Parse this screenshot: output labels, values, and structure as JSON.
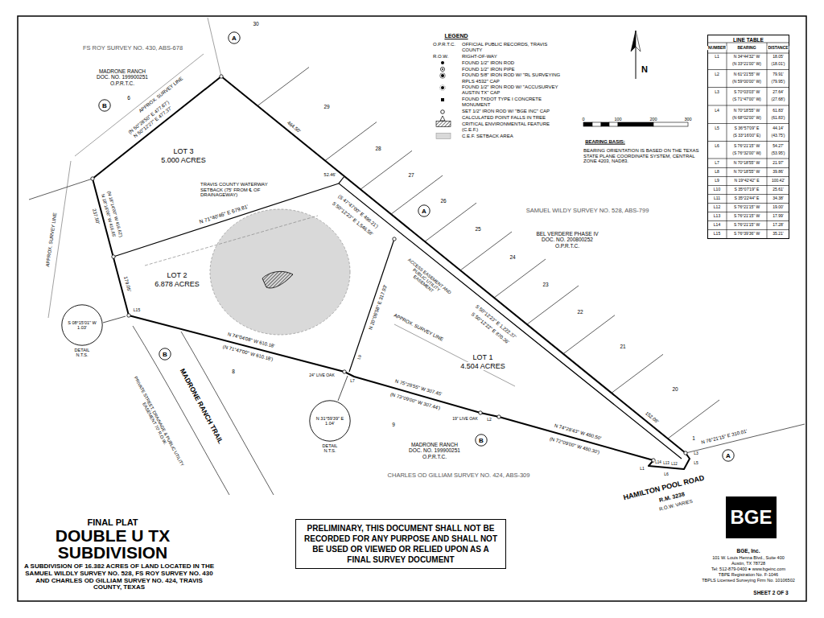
{
  "diagram": {
    "title": "DOUBLE U TX SUBDIVISION",
    "caption": "A SUBDIVISION OF 16.382 ACRES OF LAND LOCATED IN THE SAMUEL WILDLY SURVEY NO. 528, FS ROY SURVEY NO. 430 AND CHARLES OD GILLIAM SURVEY NO. 424, TRAVIS COUNTY, TEXAS",
    "nodes": [
      {
        "text": [
          "A"
        ]
      },
      {
        "text": [
          "LINE TABLE"
        ]
      },
      {
        "text": [
          "B"
        ]
      },
      {
        "text": [
          "A"
        ]
      },
      {
        "text": [
          "S 08°15'01\" W 1.03'",
          "DETAIL N.T.S."
        ]
      },
      {
        "text": [
          "B"
        ]
      },
      {
        "text": [
          "N 31°59'39\" E 1.04'",
          "DETAIL N.T.S."
        ]
      },
      {
        "text": [
          "B"
        ]
      },
      {
        "text": [
          "A"
        ]
      },
      {
        "text": [
          "BGE"
        ]
      },
      {
        "text": [
          "PRELIMINARY, THIS DOCUMENT SHALL NOT BE RECORDED FOR ANY PURPOSE AND SHALL NOT BE USED OR VIEWED OR RELIED UPON AS A FINAL SURVEY DOCUMENT"
        ]
      }
    ],
    "labels": [
      "FINAL PLAT",
      "FS ROY SURVEY NO. 430, ABS-678",
      "MADRONE RANCH DOC. NO. 199900251 O.P.R.T.C.",
      "30",
      "29",
      "28",
      "27",
      "26",
      "25",
      "24",
      "23",
      "22",
      "21",
      "20",
      "1",
      "6",
      "8",
      "9",
      "SAMUEL WILDY SURVEY NO. 528, ABS-799",
      "BEL VERDERE PHASE IV DOC. NO. 200800252 O.P.R.T.C.",
      "MADRONE RANCH DOC. NO. 199900251 O.P.R.T.C.",
      "CHARLES OD GILLIAM SURVEY NO. 424, ABS-309",
      "HAMILTON POOL ROAD",
      "R.M. 3238",
      "R.O.W. VARIES",
      "MADRONE RANCH TRAIL",
      "PRIVATE STREET, DRAINAGE & PUBLIC UTILITY EASEMENT 70' R.O.W.",
      "LOT 3",
      "5.000 ACRES",
      "LOT 2",
      "6.878 ACRES",
      "LOT 1",
      "4.504 ACRES",
      "TRAVIS COUNTY WATERWAY SETBACK (75' FROM ℄ OF DRAINAGEWAY)",
      "APPROX. SURVEY LINE",
      "APPROX. SURVEY LINE",
      "APPROX. SURVEY LINE",
      "ACCESS EASEMENT AND PUBLIC UTILITY EASEMENT",
      "(N 50°28'50\" E 477.67')",
      "N 50°12'27\" E 477.37'",
      "464.50'",
      "N 71°40'46\" E 679.81'",
      "N 18°16'06\" W 416.65'",
      "(N 18°14'00\" W 416.62')",
      "237.50'",
      "179.05'",
      "(S 47°47'00\" E 498.21')",
      "S 50°12'23\" E 1,546.58'",
      "S 50°12'23\" E 1,222.37'",
      "S 50°12'22\" E 870.36'",
      "N 20°06'58\" E 317.93'",
      "N 74°04'08\" W 610.18'",
      "(N 71°47'00\" W 610.18')",
      "N 75°28'55\" W 307.45'",
      "(N 73°09'00\" W 307.44')",
      "N 74°28'43\" W 480.50'",
      "(N 72°09'00\" W 480.30')",
      "N 76°21'15\" E 310.01'",
      "152.08'",
      "52.46'",
      "L15",
      "L9",
      "L7",
      "L2",
      "L1",
      "L6",
      "L3",
      "L5",
      "L14",
      "L13",
      "L12",
      "24\" LIVE OAK",
      "19\" LIVE OAK",
      "O.P.R.T.C.",
      "R.O.W.",
      "LEGEND",
      "N",
      "0",
      "100",
      "200",
      "300",
      "BEARING BASIS:",
      "BEARING ORIENTATION IS BASED ON THE TEXAS STATE PLANE COORDINATE SYSTEM, CENTRAL ZONE 4203, NAD83.",
      "BGE, Inc.",
      "101 W. Louis Henna Blvd., Suite 400",
      "Austin, TX 78728",
      "Tel: 512-879-0400 ● www.bgeinc.com",
      "TBPE Registration No. F-1046",
      "TBPLS Licensed Surveying Firm No. 10106502",
      "SHEET 2 OF 3",
      "NUMBER",
      "BEARING",
      "DISTANCE",
      "L1",
      "N 34°44'32\" W",
      "18.05'",
      "(N 33°21'00\" W)",
      "(18.01')",
      "L2",
      "N 61°21'55\" W",
      "79.91'",
      "(N 59°00'00\" W)",
      "(79.95')",
      "L3",
      "S 70°03'03\" W",
      "27.64'",
      "(S 71°47'00\" W)",
      "(27.68')",
      "L4",
      "N 70°18'55\" W",
      "61.83'",
      "(N 68°02'00\" W)",
      "(61.83')",
      "L5",
      "S 36°57'09\" E",
      "44.14'",
      "(S 33°16'00\" E)",
      "(43.75')",
      "L6",
      "S 76°21'15\" W",
      "54.27'",
      "(S 76°32'00\" W)",
      "(53.95')",
      "L7",
      "N 70°18'55\" W",
      "21.97'",
      "L8",
      "N 70°18'55\" W",
      "39.86'",
      "L9",
      "N 19°42'42\" E",
      "100.42'",
      "L10",
      "S 35°07'19\" E",
      "25.61'",
      "L11",
      "S 35°22'44\" E",
      "34.38'",
      "L12",
      "S 76°21'15\" W",
      "19.00'",
      "L13",
      "S 76°21'15\" W",
      "17.99'",
      "L14",
      "S 76°21'15\" W",
      "17.28'",
      "L15",
      "S 76°39'36\" W",
      "35.21'"
    ],
    "legend": [
      {
        "text": "OFFICIAL PUBLIC RECORDS, TRAVIS COUNTY"
      },
      {
        "text": "RIGHT-OF-WAY"
      },
      {
        "text": "FOUND 1/2\" IRON ROD"
      },
      {
        "text": "FOUND 1/2\" IRON PIPE"
      },
      {
        "text": "FOUND 5/8\" IRON ROD W/ \"RL SURVEYING RPLS 4532\" CAP"
      },
      {
        "text": "FOUND 1/2\" IRON ROD W/ \"ACCUSURVEY AUSTIN TX\" CAP"
      },
      {
        "text": "FOUND TXDOT TYPE I CONCRETE MONUMENT"
      },
      {
        "text": "SET 1/2\" IRON ROD W/ \"BGE INC\" CAP"
      },
      {
        "text": "CALCULATED POINT FALLS IN TREE"
      },
      {
        "text": "CRITICAL ENVIRONMENTAL FEATURE (C.E.F.)"
      },
      {
        "text": "C.E.F. SETBACK AREA",
        "color": "#d9d9d9"
      }
    ]
  }
}
